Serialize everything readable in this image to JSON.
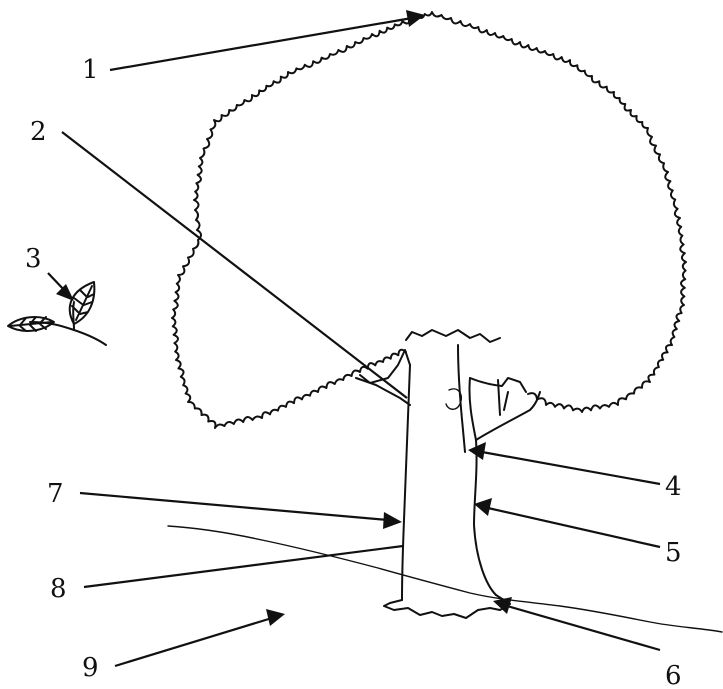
{
  "labels": {
    "l1": "1",
    "l2": "2",
    "l3": "3",
    "l4": "4",
    "l5": "5",
    "l6": "6",
    "l7": "7",
    "l8": "8",
    "l9": "9"
  },
  "icons": {
    "tree": "tree-icon",
    "twig": "leafy-twig-icon",
    "arrows": "arrow-icon"
  }
}
